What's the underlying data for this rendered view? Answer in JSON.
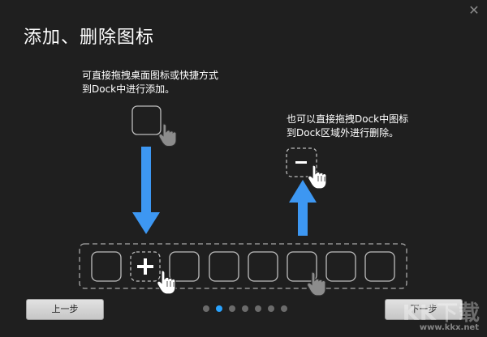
{
  "dialog": {
    "title": "添加、删除图标",
    "close_icon": "close-icon"
  },
  "hints": {
    "add_line1": "可直接拖拽桌面图标或快捷方式",
    "add_line2": "到Dock中进行添加。",
    "delete_line1": "也可以直接拖拽Dock中图标",
    "delete_line2": "到Dock区域外进行删除。"
  },
  "symbols": {
    "plus": "+",
    "minus": "-"
  },
  "navigation": {
    "prev_label": "上一步",
    "next_label": "下一步",
    "page_count": 7,
    "current_page": 2
  },
  "watermark": {
    "logo_text": "KK下载",
    "url": "www.kkx.net"
  },
  "colors": {
    "background": "#1f1f1f",
    "arrow": "#3d97f2",
    "dot_active": "#29a3ff",
    "dot_inactive": "#6b6b6b"
  },
  "icons": [
    "close-icon",
    "hand-cursor-icon",
    "arrow-down-icon",
    "arrow-up-icon",
    "plus-icon",
    "minus-icon"
  ]
}
